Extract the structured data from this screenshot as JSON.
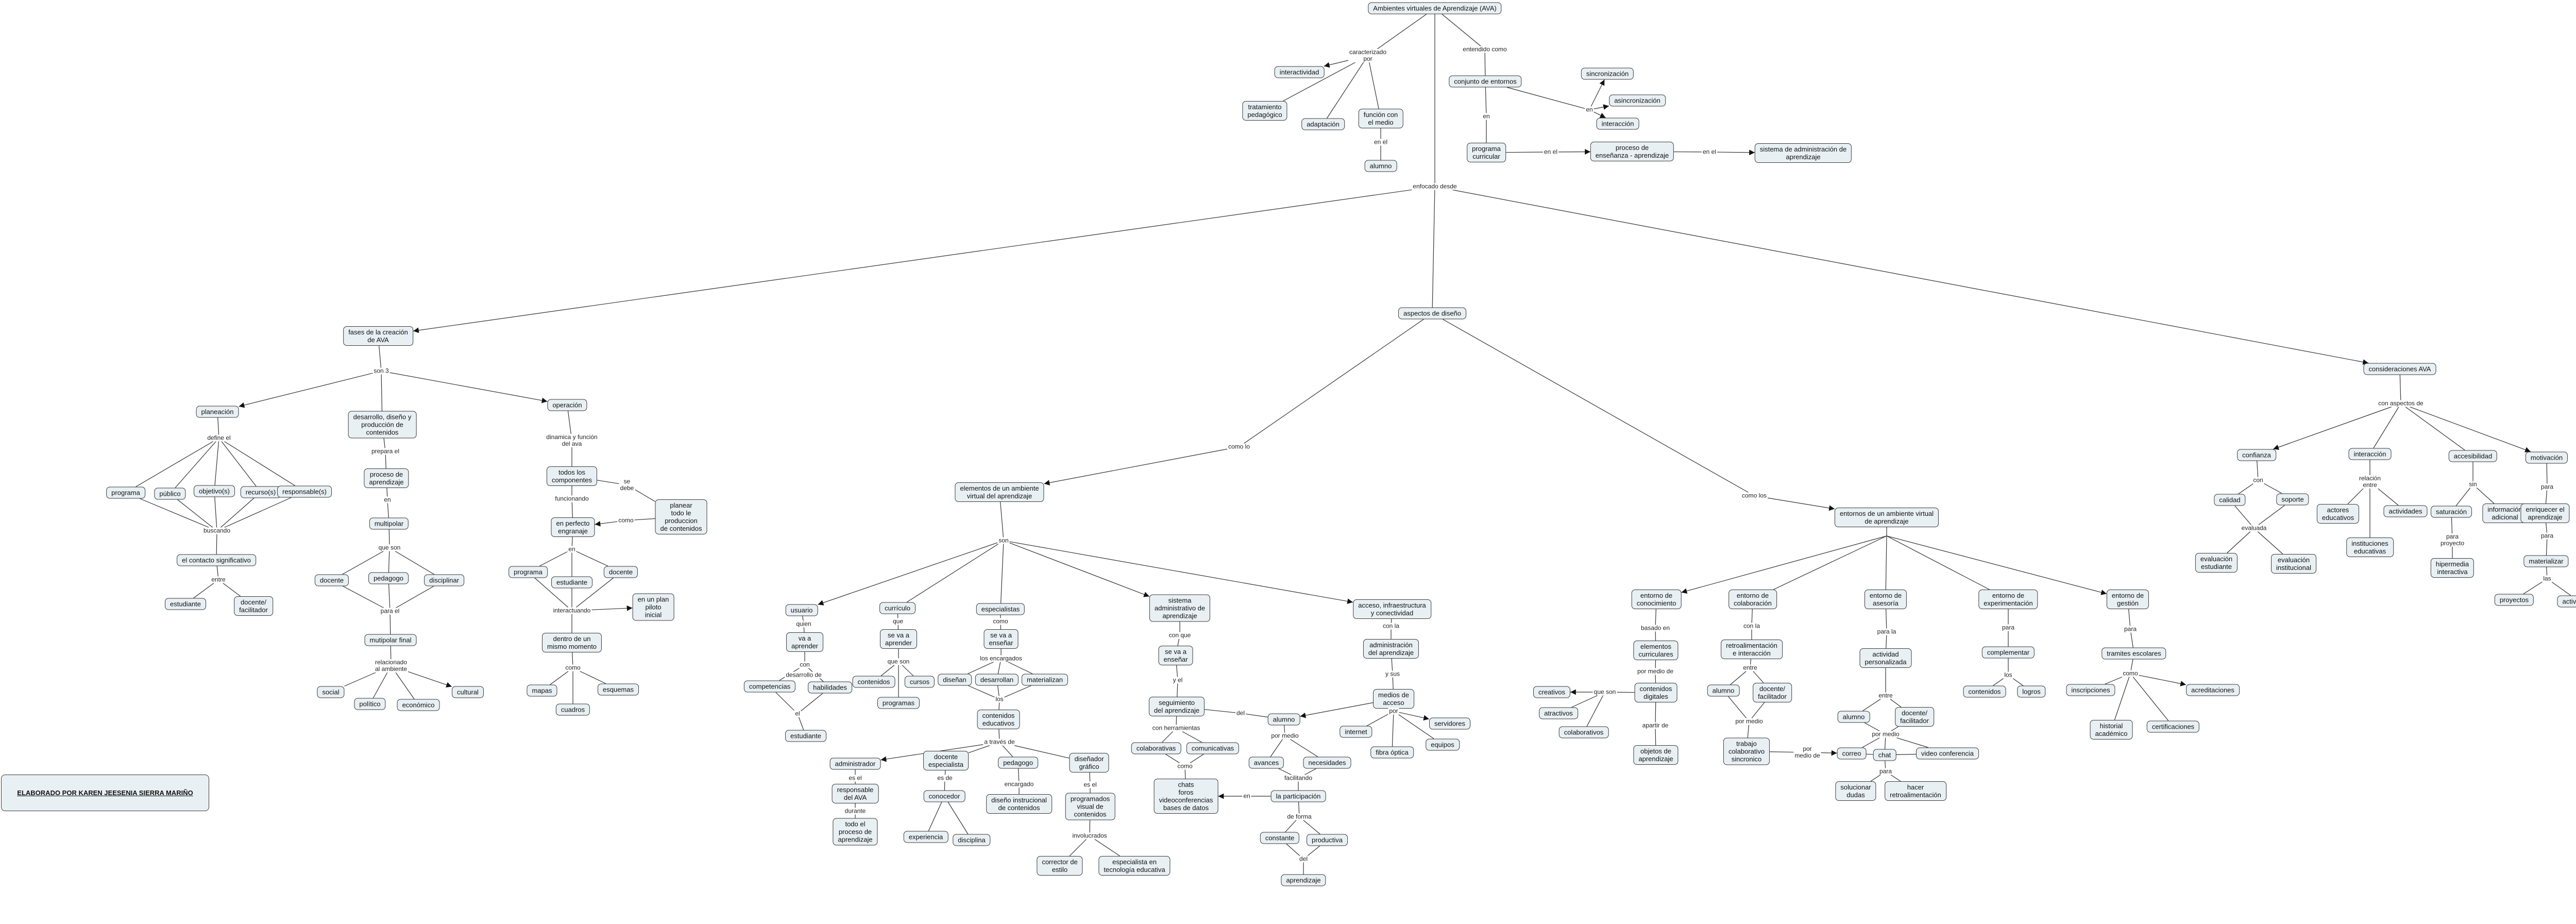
{
  "nodes": {
    "root": "Ambientes virtuales de Aprendizaje (AVA)",
    "interactividad": "interactividad",
    "tratamiento": "tratamiento\npedagógico",
    "adaptacion": "adaptación",
    "funcion_medio": "función con\nel medio",
    "alumno_top": "alumno",
    "conjunto_entornos": "conjunto de entornos",
    "sincronizacion": "sincronización",
    "asincronizacion": "asincronización",
    "interaccion_top": "interacción",
    "programa_curricular": "programa\ncurricular",
    "proceso_ens": "proceso de\nenseñanza - aprendizaje",
    "sistema_admin_top": "sistema de administración de\naprendizaje",
    "fases": "fases de la creación\nde AVA",
    "aspectos": "aspectos de diseño",
    "consideraciones": "consideraciones AVA",
    "planeacion": "planeación",
    "desarrollo": "desarrollo, diseño y\nproducción de\ncontenidos",
    "operacion": "operación",
    "programa_l": "programa",
    "publico": "público",
    "objetivos": "objetivo(s)",
    "recursos": "recurso(s)",
    "responsables": "responsable(s)",
    "contacto": "el contacto significativo",
    "estudiante_l": "estudiante",
    "docente_facilitador_l": "docente/\nfacilitador",
    "proceso_aprendizaje": "proceso de\naprendizaje",
    "multipolar": "multipolar",
    "docente_m": "docente",
    "pedagogo_m": "pedagogo",
    "disciplinar": "disciplinar",
    "multipolar_final": "mutipolar final",
    "social": "social",
    "politico": "político",
    "economico": "económico",
    "cultural": "cultural",
    "todos_componentes": "todos los\ncomponentes",
    "planear": "planear\ntodo le\nproduccion\nde contenidos",
    "perfecto_engranaje": "en perfecto\nengranaje",
    "programa_o": "programa",
    "estudiante_o": "estudiante",
    "docente_o": "docente",
    "plan_piloto": "en un plan\npiloto\ninicial",
    "mismo_momento": "dentro de un\nmismo momento",
    "mapas": "mapas",
    "esquemas": "esquemas",
    "cuadros": "cuadros",
    "elementos": "elementos de un ambiente\nvirtual del aprendizaje",
    "usuario": "usuario",
    "curriculo": "currículo",
    "especialistas": "especialistas",
    "sistema_admin": "sistema\nadministrativo de\naprendizaje",
    "acceso": "acceso, infraestructura\ny conectividad",
    "va_aprender_u": "va a\naprender",
    "habilidades": "habilidades",
    "competencias": "competencias",
    "estudiante_u": "estudiante",
    "se_va_aprender": "se va a\naprender",
    "contenidos_c": "contenidos",
    "cursos": "cursos",
    "programas_c": "programas",
    "se_va_ensenar": "se va a\nenseñar",
    "disenan": "diseñan",
    "desarrollan": "desarrollan",
    "materializan": "materializan",
    "contenidos_educ": "contenidos\neducativos",
    "administrador": "administrador",
    "docente_esp": "docente\nespecialista",
    "pedagogo_e": "pedagogo",
    "disenador": "diseñador\ngráfico",
    "responsable_ava": "responsable\ndel AVA",
    "todo_proceso": "todo el\nproceso de\naprendizaje",
    "conocedor": "conocedor",
    "experiencia_e": "experiencia",
    "disciplina": "disciplina",
    "diseno_instruccional": "diseño instrucional\nde contenidos",
    "programados": "programados\nvisual de\ncontenidos",
    "corrector": "corrector de\nestilo",
    "especialista_tec": "especialista en\ntecnología educativa",
    "se_va_ensenar_s": "se va a\nenseñar",
    "seguimiento": "seguimiento\ndel aprendizaje",
    "alumno_s": "alumno",
    "colaborativas": "colaborativas",
    "comunicativas": "comunicativas",
    "chats": "chats\nforos\nvideoconferencias\nbases de datos",
    "avances": "avances",
    "necesidades": "necesidades",
    "participacion": "la participación",
    "constante": "constante",
    "productiva": "productiva",
    "aprendizaje_s": "aprendizaje",
    "admin_aprendizaje": "administración\ndel aprendizaje",
    "medios_acceso": "medios de\nacceso",
    "internet": "internet",
    "fibra_optica": "fibra óptica",
    "servidores": "servidores",
    "equipos": "equipos",
    "entornos": "entornos de un ambiente virtual\nde aprendizaje",
    "ent_conocimiento": "entorno de\nconocimiento",
    "ent_colaboracion": "entorno de\ncolaboración",
    "ent_asesoria": "entorno de\nasesoría",
    "ent_experimentacion": "entorno de\nexperimentación",
    "ent_gestion": "entorno de\ngestión",
    "elementos_curriculares": "elementos\ncurriculares",
    "contenidos_digitales": "contenidos\ndigitales",
    "objetos_aprendizaje": "objetos de\naprendizaje",
    "creativos": "creativos",
    "atractivos": "atractivos",
    "colaborativos": "colaborativos",
    "retroalimentacion": "retroalimentación\ne interacción",
    "alumno_col": "alumno",
    "docente_col": "docente/\nfacilitador",
    "trabajo_colab": "trabajo\ncolaborativo\nsincronico",
    "correo": "correo",
    "chat": "chat",
    "video_conferencia": "video conferencia",
    "solucionar_dudas": "solucionar\ndudas",
    "hacer_retro": "hacer\nretroalimentación",
    "actividad_personal": "actividad\npersonalizada",
    "alumno_as": "alumno",
    "docente_as": "docente/\nfacilitador",
    "complementar": "complementar",
    "contenidos_ex": "contenidos",
    "logros": "logros",
    "tramites": "tramites escolares",
    "inscripciones": "inscripciones",
    "historial": "historial\nacadémico",
    "certificaciones": "certificaciones",
    "acreditaciones": "acreditaciones",
    "confianza": "confianza",
    "interaccion_c": "interacción",
    "accesibilidad": "accesibilidad",
    "motivacion": "motivación",
    "calidad": "calidad",
    "soporte": "soporte",
    "eval_estudiante": "evaluación\nestudiante",
    "eval_institucional": "evaluación\ninstitucional",
    "actores_educ": "actores\neducativos",
    "actividades_c": "actividades",
    "instituciones": "instituciones\neducativas",
    "saturacion": "saturación",
    "informacion_adic": "información\nadicional",
    "hipermedia": "hipermedia\ninteractiva",
    "enriquecer": "enriquecer el\naprendizaje",
    "materializar": "materializar",
    "proyectos": "proyectos",
    "actividades_m": "actividades"
  },
  "link_labels": {
    "caracterizado": "caracterizado\npor",
    "entendido": "entendido como",
    "en_conj": "en",
    "en_func": "en el",
    "en_prog": "en",
    "en_el_a": "en el",
    "en_el_b": "en el",
    "enfocado": "enfocado desde",
    "son_fases": "son  3",
    "define": "define el",
    "buscando": "buscando",
    "entre": "entre",
    "prepara": "prepara el",
    "en_multi": "en",
    "que_son": "que son",
    "para_el": "para el",
    "relacionado": "relacionado\nal ambiente",
    "dinamica": "dinamica y función\ndel ava",
    "se_debe": "se\ndebe",
    "funcionando": "funcionando",
    "como_op": "como",
    "en_engr": "en",
    "interactuando": "interactuando",
    "como_mm": "como",
    "como_lo": "como lo",
    "como_los": "como los",
    "son_el": "son",
    "quien": "quien",
    "con": "con",
    "desarrollo_de": "desarrollo de",
    "el_u": "el",
    "que": "que",
    "que_son_c": "que son",
    "como_e": "como",
    "los_encargados": "los encargados",
    "los": "los",
    "a_traves": "a través de",
    "es_el": "es el",
    "durante": "durante",
    "es_de": "es de",
    "encargado": "encargado",
    "es_el_d": "es el",
    "involucrados": "involucrados",
    "con_que": "con que",
    "y_el": "y el",
    "del": "del",
    "con_herramientas": "con herramientas",
    "como_h": "como",
    "por_medio": "por medio",
    "facilitando": "facilitando",
    "en_part": "en",
    "de_forma": "de forma",
    "de_ap": "del",
    "con_la": "con la",
    "y_sus": "y sus",
    "por": "por",
    "basado_en": "basado en",
    "por_medio_de": "por medio de",
    "que_son_e": "que son",
    "apartir_de": "apartir de",
    "con_la_c": "con la",
    "entre_c": "entre",
    "por_medio_c": "por medio",
    "por_medio_de_c": "por\nmedio de",
    "para_la": "para la",
    "entre_a": "entre",
    "por_medio_a": "por medio",
    "para_a": "para",
    "para_ex": "para",
    "los_ex": "los",
    "para_g": "para",
    "como_g": "como",
    "con_aspectos": "con aspectos de",
    "con_cf": "con",
    "evaluada": "evaluada",
    "relacion": "relación\nentre",
    "sin": "sin",
    "para_proyecto": "para\nproyecto",
    "para_m": "para",
    "para_m2": "para",
    "las_m": "las"
  },
  "credit": "ELABORADO POR KAREN JEESENIA SIERRA MARIÑO"
}
